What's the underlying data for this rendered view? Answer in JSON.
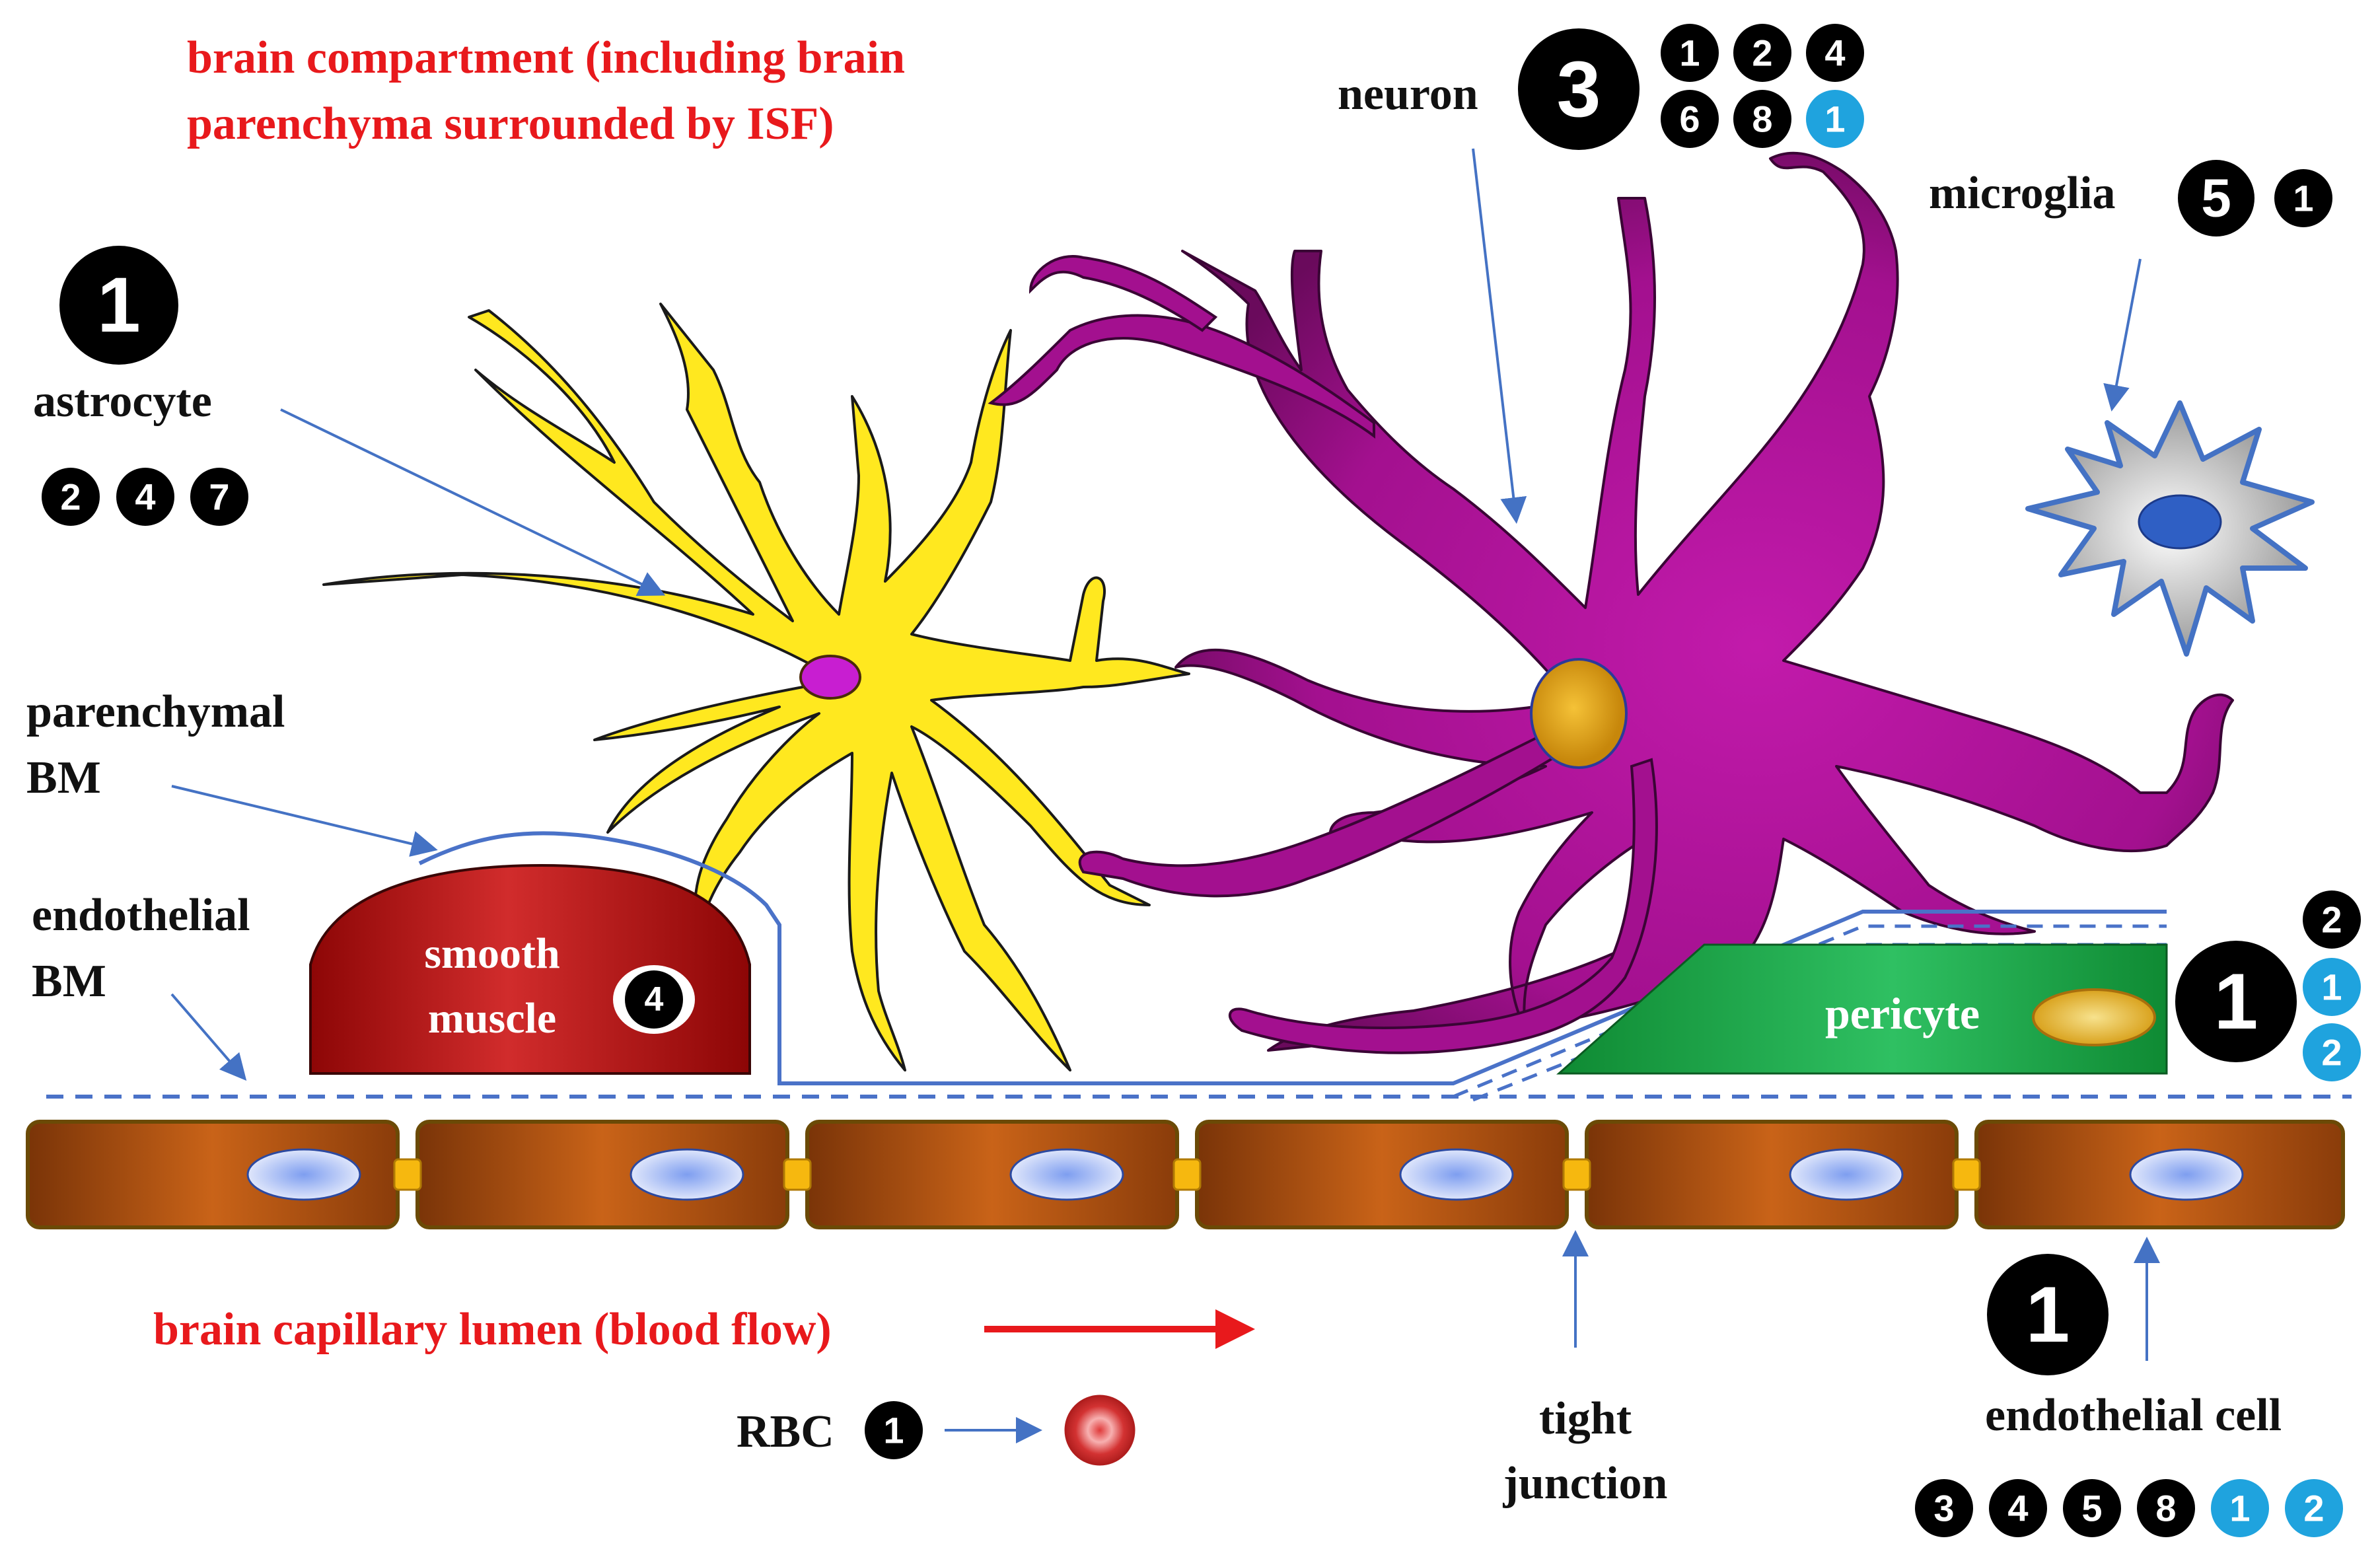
{
  "colors": {
    "text_red": "#e8191c",
    "badge_black": "#000000",
    "badge_blue": "#1fa3de",
    "arrow_blue": "#4472c4",
    "membrane_blue": "#4a72c8",
    "astrocyte_yellow": "#ffe81f",
    "neuron_purple": "#a3108f",
    "microglia_grey": "#b8b8b8",
    "pericyte_green": "#119a3b",
    "smooth_muscle_red": "#a50e0e",
    "endothelial_brown": "#b85a14",
    "tight_junction_gold": "#f6b80f"
  },
  "labels": {
    "brain_compartment_line1": "brain compartment (including brain",
    "brain_compartment_line2": "parenchyma surrounded by ISF)",
    "neuron": "neuron",
    "microglia": "microglia",
    "astrocyte": "astrocyte",
    "parenchymal_bm_line1": "parenchymal",
    "parenchymal_bm_line2": "BM",
    "endothelial_bm_line1": "endothelial",
    "endothelial_bm_line2": "BM",
    "smooth_muscle_line1": "smooth",
    "smooth_muscle_line2": "muscle",
    "pericyte": "pericyte",
    "lumen": "brain capillary lumen (blood flow)",
    "rbc": "RBC",
    "tight_junction_line1": "tight",
    "tight_junction_line2": "junction",
    "endothelial_cell": "endothelial cell"
  },
  "badges": {
    "neuron_large": "3",
    "neuron_small": [
      "1",
      "2",
      "4",
      "6",
      "8"
    ],
    "neuron_small_blue": [
      "1"
    ],
    "microglia_large": "5",
    "microglia_small": [
      "1"
    ],
    "astrocyte_large": "1",
    "astrocyte_small": [
      "2",
      "4",
      "7"
    ],
    "smooth_muscle": "4",
    "pericyte_large": "1",
    "pericyte_small": [
      "2"
    ],
    "pericyte_small_blue": [
      "1",
      "2"
    ],
    "rbc": "1",
    "endothelial_large": "1",
    "endothelial_small": [
      "3",
      "4",
      "5",
      "8"
    ],
    "endothelial_small_blue": [
      "1",
      "2"
    ]
  }
}
